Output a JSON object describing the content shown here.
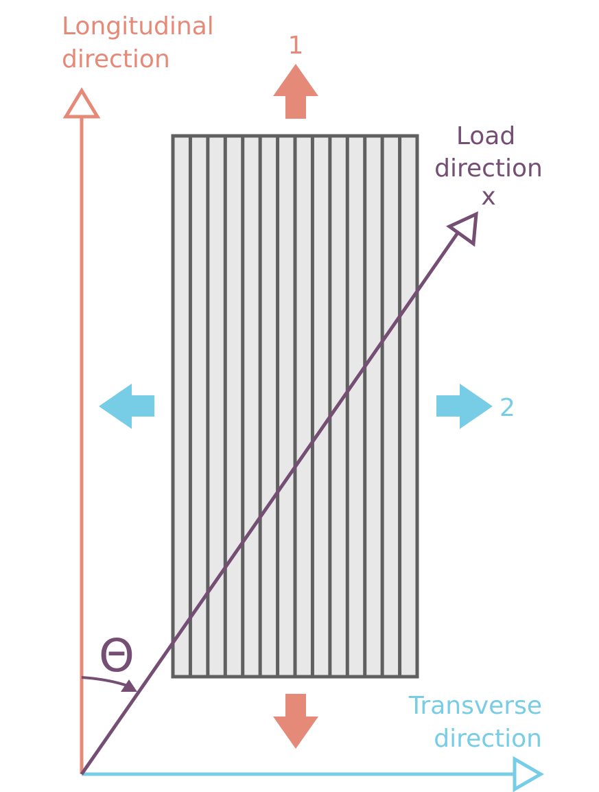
{
  "labels": {
    "longitudinal_line1": "Longitudinal",
    "longitudinal_line2": "direction",
    "transverse_line1": "Transverse",
    "transverse_line2": "direction",
    "load_line1": "Load",
    "load_line2": "direction",
    "load_symbol": "x",
    "axis_1": "1",
    "axis_2": "2",
    "angle": "Θ"
  },
  "colors": {
    "longitudinal": "#e58a78",
    "transverse": "#77cde6",
    "load": "#744e73",
    "fiber_fill": "#e8e8e8",
    "fiber_stroke": "#606060"
  },
  "fibers": {
    "count": 14
  }
}
